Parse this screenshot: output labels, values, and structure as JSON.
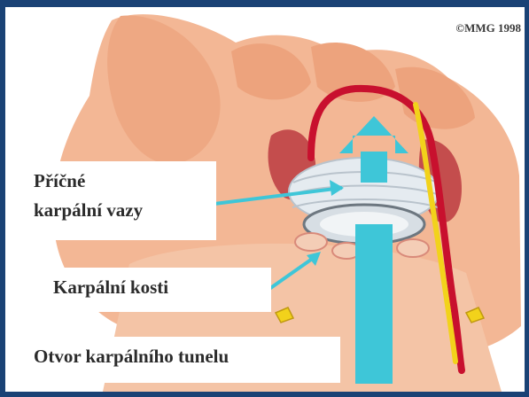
{
  "copyright": "©MMG 1998",
  "labels": {
    "transverse_ligament_line1": "Příčné",
    "transverse_ligament_line2": "karpální vazy",
    "carpal_bones": "Karpální kosti",
    "tunnel_opening": "Otvor karpálního tunelu"
  },
  "colors": {
    "frame": "#1a4275",
    "skin": "#f2b089",
    "muscle": "#c44d4d",
    "artery": "#c8102e",
    "nerve": "#f2d21b",
    "arrow": "#3ec6d8",
    "ligament": "#dfe6ec"
  }
}
